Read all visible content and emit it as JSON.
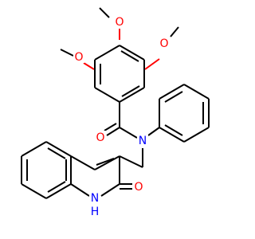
{
  "colors": {
    "background": "#ffffff",
    "carbon_bond": "#000000",
    "oxygen": "#ff0000",
    "nitrogen": "#0000ff"
  },
  "atoms": {
    "methoxy_top_left_o": "O",
    "methoxy_top_center_o": "O",
    "methoxy_top_right_o": "O",
    "amide_carbonyl_o": "O",
    "amide_n": "N",
    "quinolinone_carbonyl_o": "O",
    "quinolinone_nh": "N",
    "quinolinone_nh_h": "H"
  }
}
